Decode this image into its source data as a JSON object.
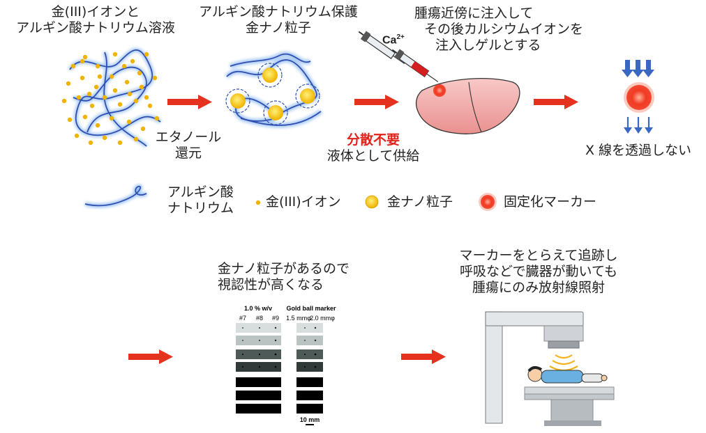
{
  "row1": {
    "step1_label": [
      "金(III)イオンと",
      "アルギン酸ナトリウム溶液"
    ],
    "step2_label": [
      "アルギン酸ナトリウム保護",
      "金ナノ粒子"
    ],
    "step3_label": [
      "腫瘍近傍に注入して",
      "その後カルシウムイオンを",
      "注入しゲルとする"
    ],
    "reduction_label": [
      "エタノール",
      "還元"
    ],
    "dispersion_label": "分散不要",
    "supply_label": "液体として供給",
    "ca_label": "Ca",
    "ca_charge": "2+",
    "xray_label": "X 線を透過しない"
  },
  "legend": {
    "alginate": [
      "アルギン酸",
      "ナトリウム"
    ],
    "gold_ion": "金(III)イオン",
    "gold_nano": "金ナノ粒子",
    "marker": "固定化マーカー"
  },
  "row2": {
    "visibility_label": [
      "金ナノ粒子があるので",
      "視認性が高くなる"
    ],
    "tracking_label": [
      "マーカーをとらえて追跡し",
      "呼吸などで臓器が動いても",
      "腫瘍にのみ放射線照射"
    ]
  },
  "xray_image": {
    "left_header": "1.0 % w/v",
    "right_header": "Gold ball marker",
    "left_cols": [
      "#7",
      "#8",
      "#9"
    ],
    "right_cols": [
      "1.5 mmφ",
      "2.0 mmφ"
    ],
    "scale_label": "10 mm"
  },
  "colors": {
    "arrow": "#e5321e",
    "fiber": "#2f4fb0",
    "fiber_glow": "#9ec3f3",
    "gold_ion": "#f0b400",
    "gold_nano": "#f5c400",
    "marker": "#ea2a1e",
    "liver": "#f1aaa8",
    "blue_arrow": "#3a66c4"
  }
}
